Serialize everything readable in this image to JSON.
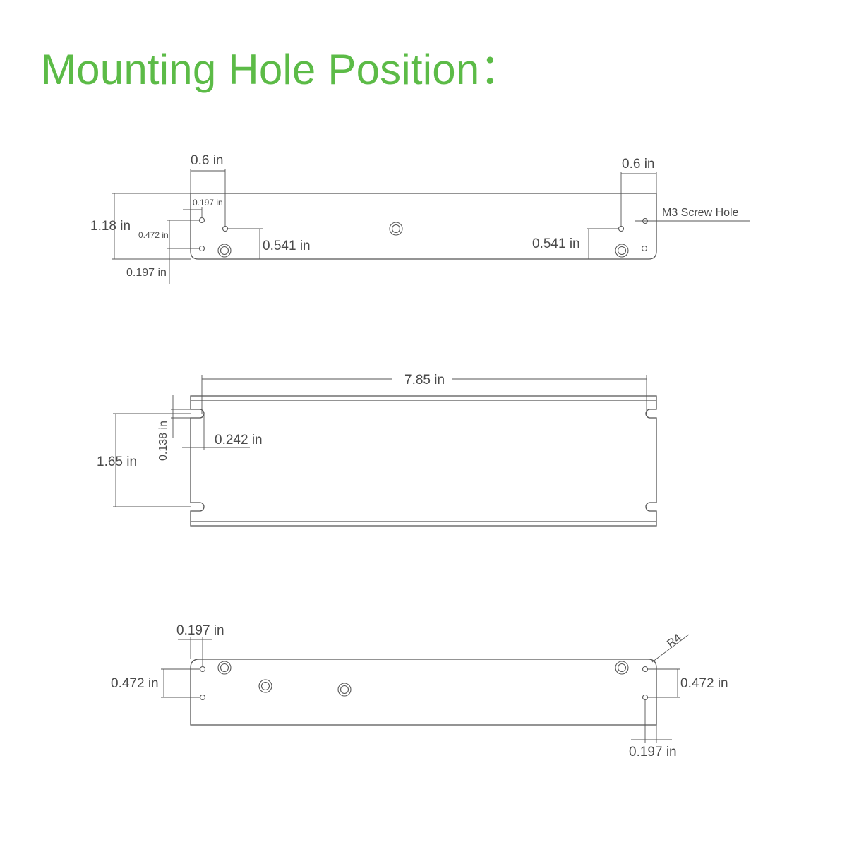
{
  "title": "Mounting Hole Position：",
  "colors": {
    "title": "#5cbb47",
    "line": "#555555",
    "text": "#4a4a4a"
  },
  "top_view": {
    "width_left": "0.6 in",
    "width_right": "0.6 in",
    "screw_pitch": "0.197 in",
    "height": "1.18 in",
    "hole_spacing": "0.472 in",
    "bottom_offset": "0.197 in",
    "hole_height_left": "0.541 in",
    "hole_height_right": "0.541 in",
    "screw_hole_label": "M3 Screw Hole"
  },
  "middle_view": {
    "length": "7.85 in",
    "slot_width": "0.138 in",
    "slot_depth": "0.242 in",
    "height": "1.65 in"
  },
  "bottom_view": {
    "edge_offset_left": "0.197 in",
    "hole_spacing_left": "0.472 in",
    "hole_spacing_right": "0.472 in",
    "edge_offset_right": "0.197 in",
    "corner_radius": "R4"
  }
}
